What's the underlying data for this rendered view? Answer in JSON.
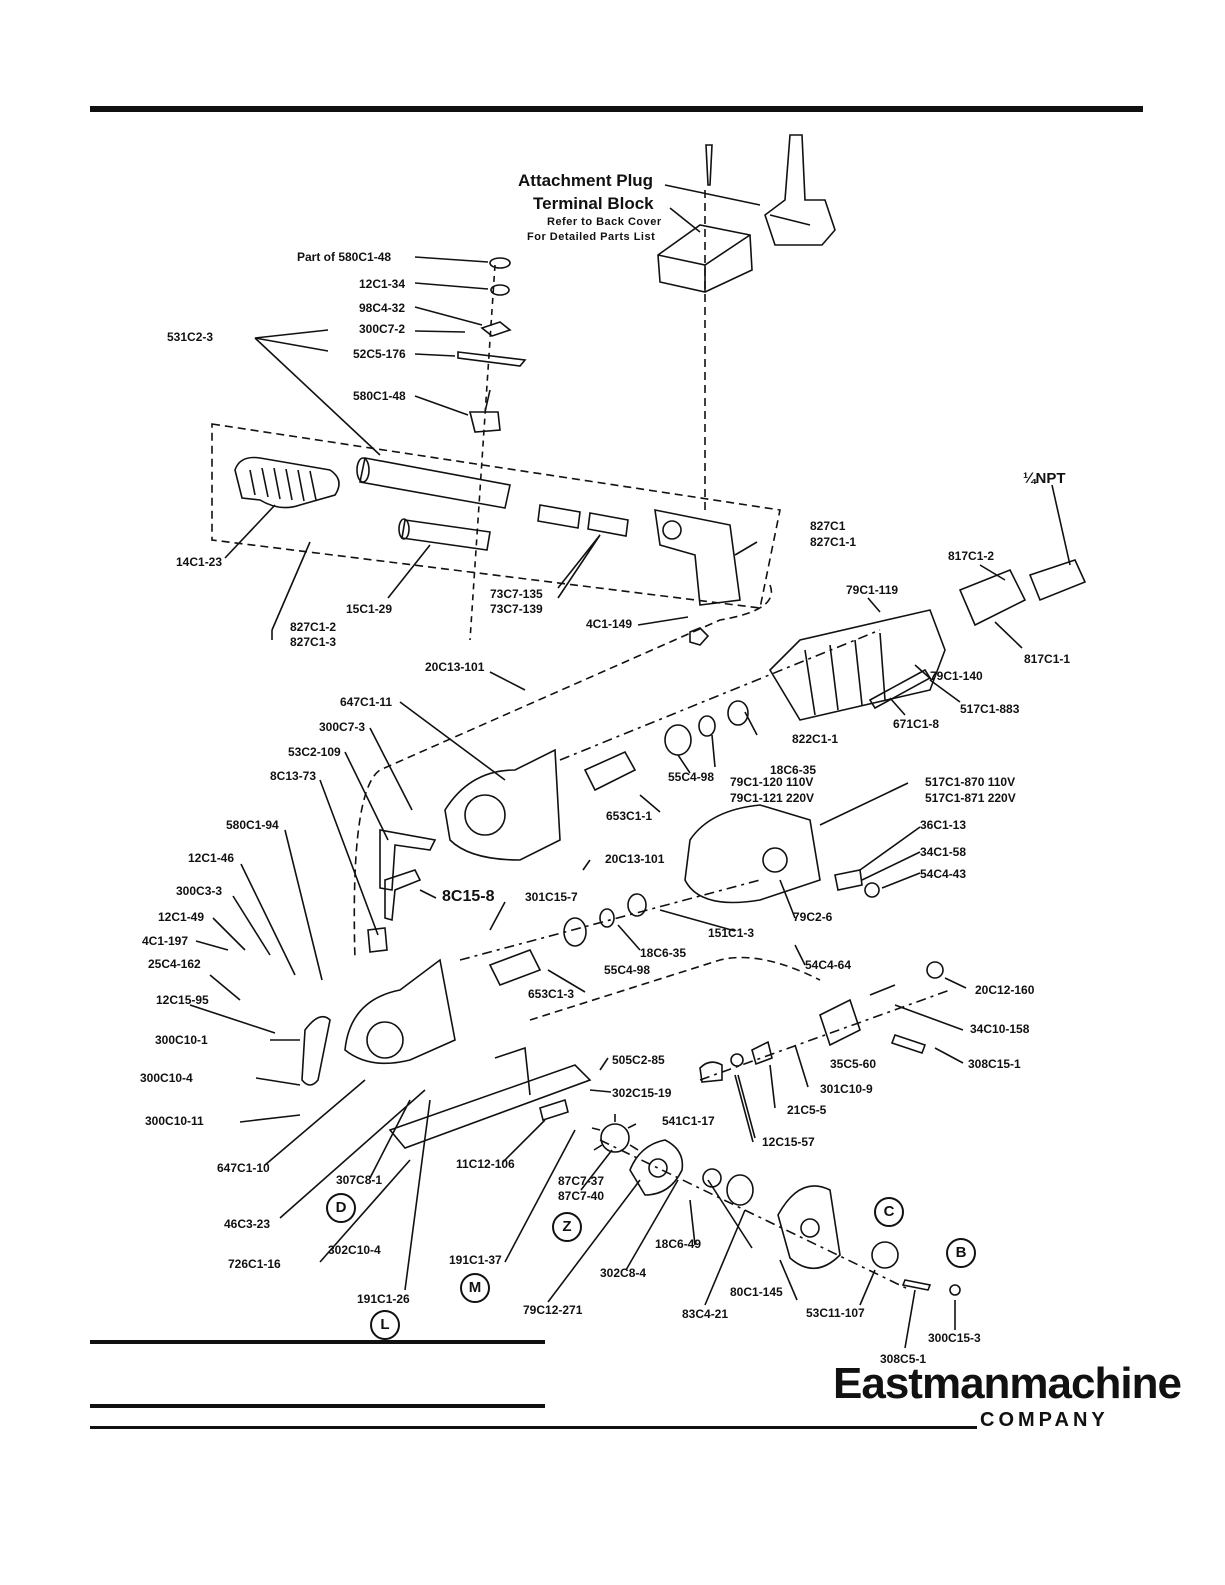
{
  "header_labels": {
    "attachment_plug": "Attachment Plug",
    "terminal_block": "Terminal Block",
    "refer_line1": "Refer to Back Cover",
    "refer_line2": "For Detailed Parts List",
    "npt": "¼NPT"
  },
  "parts": {
    "p580c1_48_part": "Part of 580C1-48",
    "p12c1_34": "12C1-34",
    "p98c4_32": "98C4-32",
    "p300c7_2": "300C7-2",
    "p52c5_176": "52C5-176",
    "p531c2_3": "531C2-3",
    "p580c1_48": "580C1-48",
    "p14c1_23": "14C1-23",
    "p15c1_29": "15C1-29",
    "p827c1_2": "827C1-2",
    "p827c1_3": "827C1-3",
    "p73c7_135": "73C7-135",
    "p73c7_139": "73C7-139",
    "p4c1_149": "4C1-149",
    "p827c1": "827C1",
    "p827c1_1": "827C1-1",
    "p817c1_2": "817C1-2",
    "p79c1_119": "79C1-119",
    "p817c1_1": "817C1-1",
    "p79c1_140": "79C1-140",
    "p517c1_883": "517C1-883",
    "p671c1_8": "671C1-8",
    "p822c1_1": "822C1-1",
    "p20c13_101a": "20C13-101",
    "p647c1_11": "647C1-11",
    "p300c7_3": "300C7-3",
    "p53c2_109": "53C2-109",
    "p8c13_73": "8C13-73",
    "p55c4_98a": "55C4-98",
    "p18c6_35a": "18C6-35",
    "p79c1_120": "79C1-120 110V",
    "p79c1_121": "79C1-121 220V",
    "p517c1_870": "517C1-870  110V",
    "p517c1_871": "517C1-871  220V",
    "p653c1_1": "653C1-1",
    "p580c1_94": "580C1-94",
    "p36c1_13": "36C1-13",
    "p34c1_58": "34C1-58",
    "p54c4_43": "54C4-43",
    "p12c1_46": "12C1-46",
    "p20c13_101b": "20C13-101",
    "p300c3_3": "300C3-3",
    "p8c15_8": "8C15-8",
    "p301c15_7": "301C15-7",
    "p12c1_49": "12C1-49",
    "p4c1_197": "4C1-197",
    "p151c1_3": "151C1-3",
    "p79c2_6": "79C2-6",
    "p25c4_162": "25C4-162",
    "p18c6_35b": "18C6-35",
    "p55c4_98b": "55C4-98",
    "p54c4_64": "54C4-64",
    "p653c1_3": "653C1-3",
    "p20c12_160": "20C12-160",
    "p12c15_95": "12C15-95",
    "p34c10_158": "34C10-158",
    "p300c10_1": "300C10-1",
    "p505c2_85": "505C2-85",
    "p35c5_60": "35C5-60",
    "p308c15_1": "308C15-1",
    "p300c10_4": "300C10-4",
    "p302c15_19": "302C15-19",
    "p301c10_9": "301C10-9",
    "p541c1_17": "541C1-17",
    "p21c5_5": "21C5-5",
    "p300c10_11": "300C10-11",
    "p12c15_57": "12C15-57",
    "p647c1_10": "647C1-10",
    "p11c12_106": "11C12-106",
    "p307c8_1": "307C8-1",
    "p87c7_37": "87C7-37",
    "p87c7_40": "87C7-40",
    "p46c3_23": "46C3-23",
    "p18c6_49": "18C6-49",
    "p302c10_4": "302C10-4",
    "p726c1_16": "726C1-16",
    "p191c1_37": "191C1-37",
    "p302c8_4": "302C8-4",
    "p80c1_145": "80C1-145",
    "p53c11_107": "53C11-107",
    "p300c15_3": "300C15-3",
    "p191c1_26": "191C1-26",
    "p79c12_271": "79C12-271",
    "p83c4_21": "83C4-21",
    "p308c5_1": "308C5-1"
  },
  "callouts": {
    "c": "C",
    "b": "B",
    "d": "D",
    "z": "Z",
    "m": "M",
    "l": "L"
  },
  "logo": {
    "wordmark": "Eastmanmachine",
    "sub": "COMPANY"
  }
}
